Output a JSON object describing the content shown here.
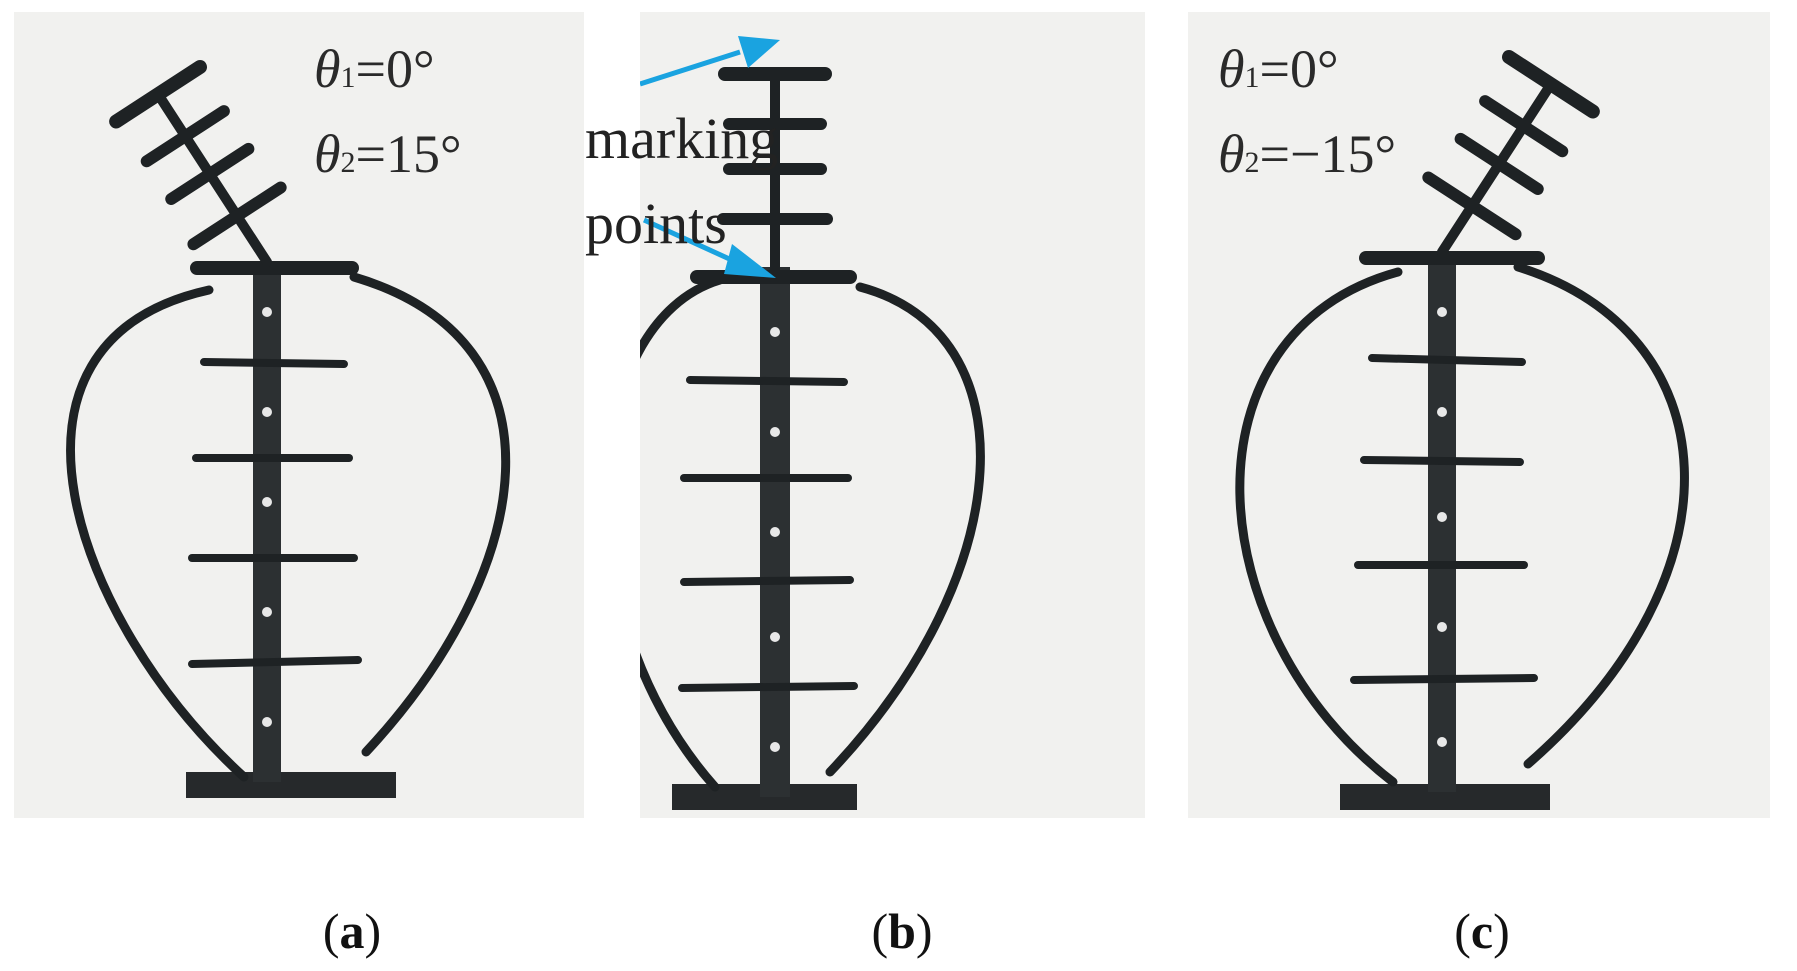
{
  "panels": [
    {
      "id": "a",
      "caption_letter": "a",
      "theta1": {
        "symbol": "θ",
        "subscript": "1",
        "value": "=0°"
      },
      "theta2": {
        "symbol": "θ",
        "subscript": "2",
        "value": "=15°"
      },
      "bend_angle_deg": 15
    },
    {
      "id": "b",
      "caption_letter": "b",
      "annotation_line1": "marking",
      "annotation_line2": "points",
      "bend_angle_deg": 0
    },
    {
      "id": "c",
      "caption_letter": "c",
      "theta1": {
        "symbol": "θ",
        "subscript": "1",
        "value": "=0°"
      },
      "theta2": {
        "symbol": "θ",
        "subscript": "2",
        "value": "=−15°"
      },
      "bend_angle_deg": -15
    }
  ],
  "colors": {
    "background": "#f1f1ef",
    "mechanism": "#1e2224",
    "arrow": "#1aa3e0",
    "text": "#2a2a2a"
  },
  "caption_open": "(",
  "caption_close": ")"
}
